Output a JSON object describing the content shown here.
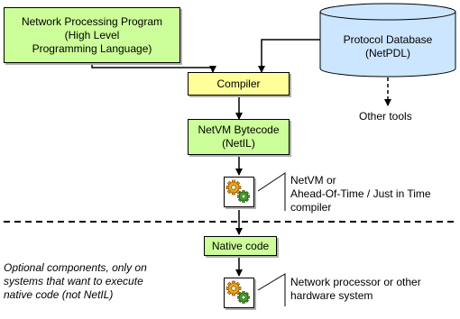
{
  "nodes": {
    "network_program": "Network Processing Program\n(High Level\nProgramming Language)",
    "protocol_db": "Protocol Database\n(NetPDL)",
    "compiler": "Compiler",
    "bytecode": "NetVM Bytecode\n(NetIL)",
    "native_code": "Native code",
    "other_tools": "Other tools"
  },
  "annotations": {
    "netvm": "NetVM or\nAhead-Of-Time / Just in Time\ncompiler",
    "hardware": "Network processor or other\nhardware system",
    "optional": "Optional components, only on\nsystems that want to execute\nnative code (not NetIL)"
  },
  "icons": [
    "gears-icon",
    "gears-icon"
  ],
  "colors": {
    "green_box": "#ccff99",
    "yellow_box": "#ffff99",
    "database": "#cce6ff",
    "gear_box": "#ccffcc",
    "gear_orange": "#f0a020",
    "gear_green": "#4f9a2a"
  }
}
